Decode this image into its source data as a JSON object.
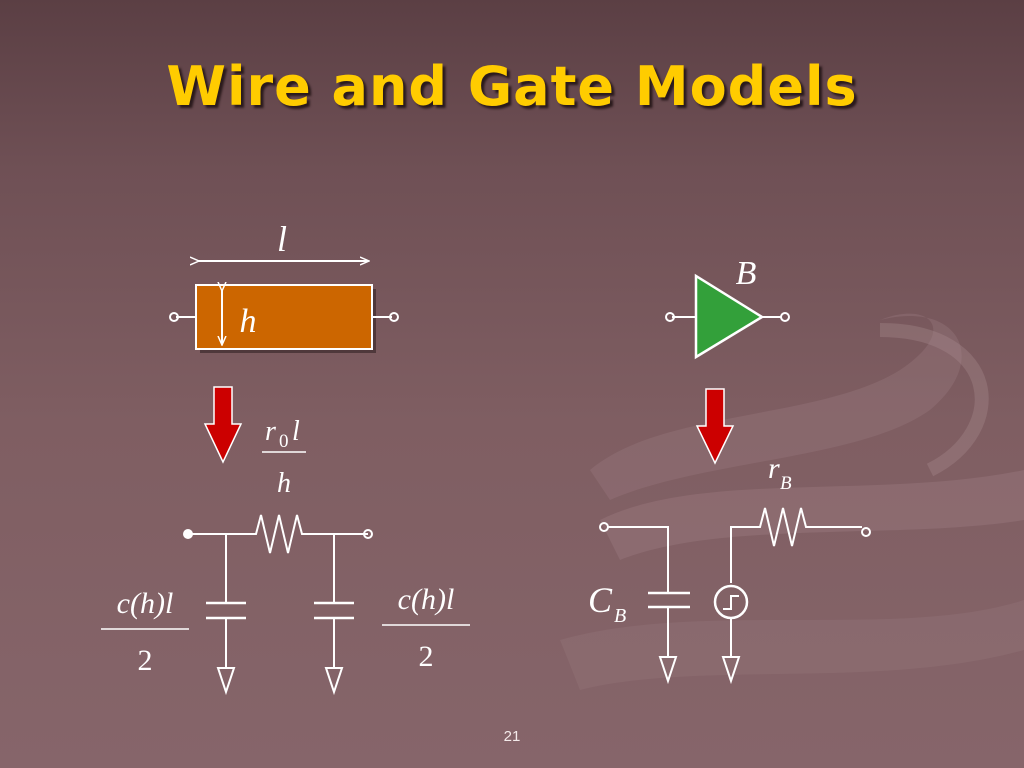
{
  "slide": {
    "title": "Wire and Gate Models",
    "page_number": "21"
  },
  "wire": {
    "length_label": "l",
    "height_label": "h",
    "resistance": {
      "numerator_r": "r",
      "numerator_sub": "0",
      "numerator_l": "l",
      "denominator": "h"
    },
    "capacitance_left": {
      "numerator": "c(h)l",
      "denominator": "2"
    },
    "capacitance_right": {
      "numerator": "c(h)l",
      "denominator": "2"
    }
  },
  "gate": {
    "label": "B",
    "resistance": {
      "symbol": "r",
      "subscript": "B"
    },
    "capacitance": {
      "symbol": "C",
      "subscript": "B"
    }
  },
  "colors": {
    "title": "#ffcc00",
    "wire_fill": "#cc6600",
    "gate_fill": "#33a03a",
    "arrow": "#cc0000",
    "stroke": "#ffffff"
  }
}
